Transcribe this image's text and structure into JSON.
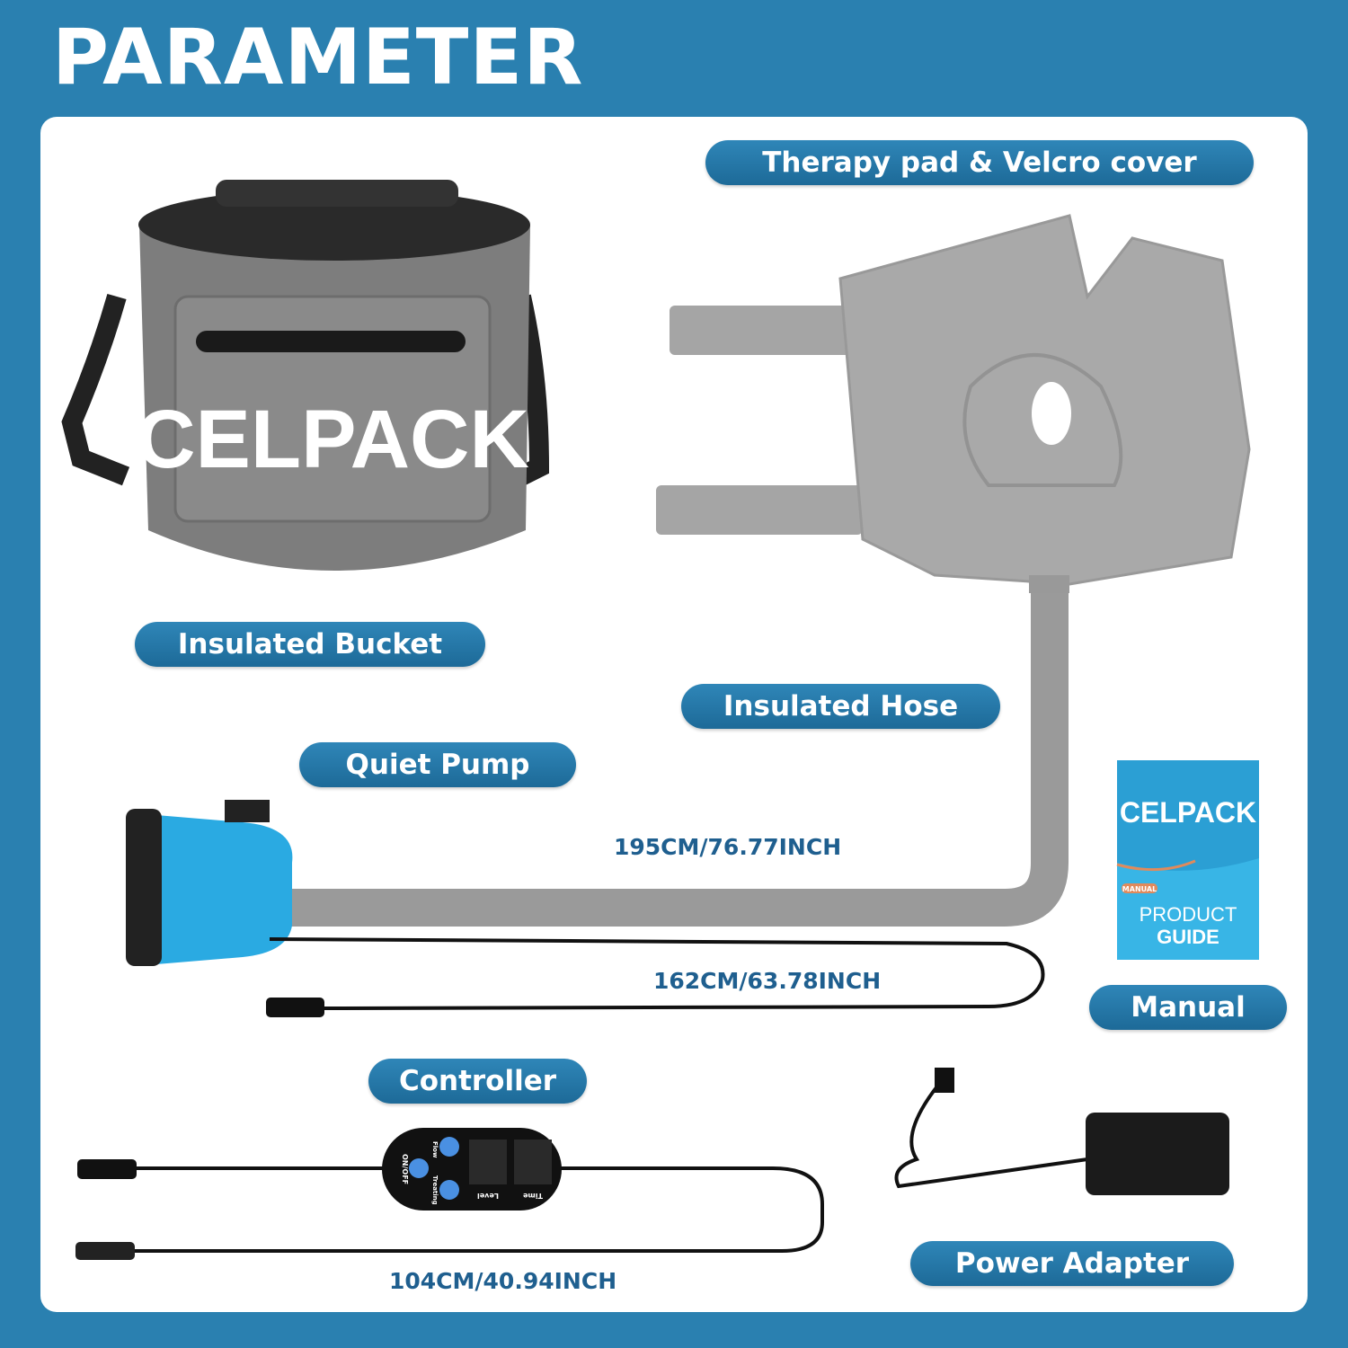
{
  "title": "PARAMETER",
  "labels": {
    "therapy_pad": "Therapy pad & Velcro cover",
    "bucket": "Insulated Bucket",
    "hose": "Insulated Hose",
    "pump": "Quiet Pump",
    "manual": "Manual",
    "controller": "Controller",
    "adapter": "Power Adapter"
  },
  "dimensions": {
    "hose_length": "195CM/76.77INCH",
    "pump_cable": "162CM/63.78INCH",
    "controller_cable": "104CM/40.94INCH"
  },
  "bucket_brand": "CELPACK",
  "manual_cover": {
    "brand": "CELPACK",
    "tag": "MANUAL",
    "line1": "PRODUCT",
    "line2": "GUIDE"
  },
  "controller": {
    "power": "ON/OFF",
    "flow": "Flow",
    "treating": "Treating",
    "level": "Level",
    "time": "Time"
  },
  "colors": {
    "background": "#2a80b0",
    "pill": "#1d6a98",
    "pump": "#29a9e0",
    "gray_product": "#8a8a8a"
  }
}
